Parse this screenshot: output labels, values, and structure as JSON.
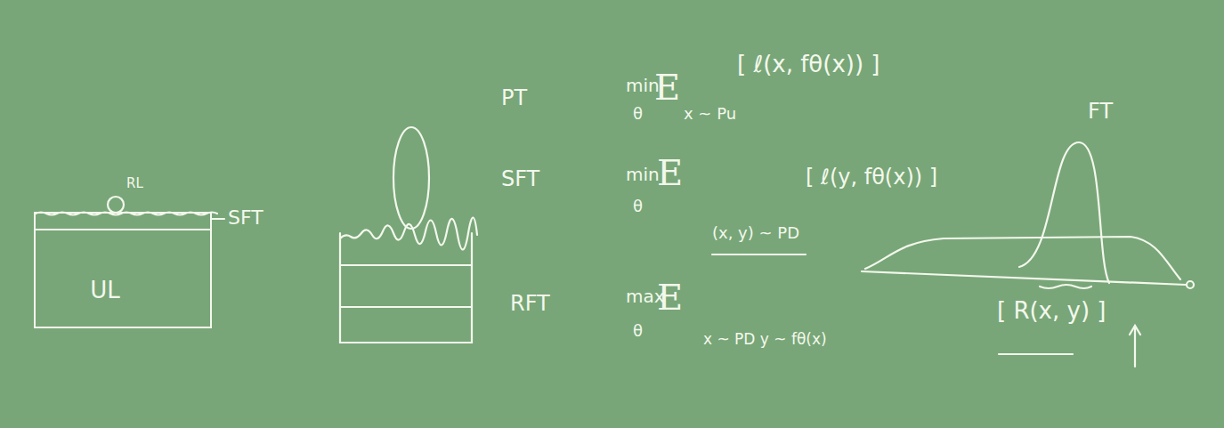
{
  "diagram": {
    "nodes": [
      {
        "text": [
          "UL"
        ]
      },
      {
        "text": [
          "RL"
        ]
      }
    ],
    "labels": [
      "SFT",
      "PT",
      "min",
      "θ",
      "E",
      "x ~ Pu",
      "[ ℓ(x, fθ(x)) ]",
      "SFT",
      "min",
      "θ",
      "E",
      "(x, y) ~ PD",
      "[ ℓ(y, fθ(x)) ]",
      "RFT",
      "max",
      "θ",
      "E",
      "x ~ PD y ~ fθ(x)",
      "[ R(x, y) ]",
      "FT"
    ]
  }
}
